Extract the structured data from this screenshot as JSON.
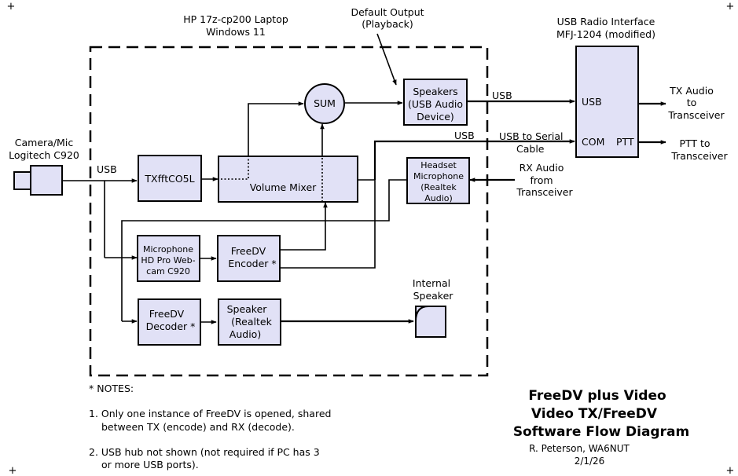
{
  "laptop": {
    "line1": "HP 17z-cp200 Laptop",
    "line2": "Windows 11"
  },
  "default_output": {
    "line1": "Default Output",
    "line2": "(Playback)"
  },
  "usb_interface": {
    "line1": "USB Radio Interface",
    "line2": "MFJ-1204 (modified)",
    "usb_port": "USB",
    "com_port": "COM",
    "ptt_port": "PTT"
  },
  "camera": {
    "line1": "Camera/Mic",
    "line2": "Logitech C920"
  },
  "blocks": {
    "txfft": "TXfftCO5L",
    "volume_mixer": "Volume Mixer",
    "sum": "SUM",
    "speakers": [
      "Speakers",
      "(USB Audio",
      "Device)"
    ],
    "headset_mic": [
      "Headset",
      "Microphone",
      "(Realtek",
      "Audio)"
    ],
    "microphone_c920": [
      "Microphone",
      "HD Pro Web-",
      "cam C920"
    ],
    "freedv_encoder": [
      "FreeDV",
      "Encoder *"
    ],
    "freedv_decoder": [
      "FreeDV",
      "Decoder *"
    ],
    "speaker_realtek": [
      "Speaker",
      "(Realtek",
      "Audio)"
    ]
  },
  "connections": {
    "usb_camera": "USB",
    "usb_speakers": "USB",
    "usb_serial": "USB",
    "usb_to_serial_cable": [
      "USB to Serial",
      "Cable"
    ]
  },
  "outputs": {
    "tx_audio": [
      "TX Audio",
      "to",
      "Transceiver"
    ],
    "ptt": [
      "PTT to",
      "Transceiver"
    ],
    "rx_audio": [
      "RX Audio",
      "from",
      "Transceiver"
    ],
    "internal_speaker": [
      "Internal",
      "Speaker"
    ]
  },
  "notes": {
    "header": "* NOTES:",
    "note1_line1": "1. Only one instance of FreeDV is opened, shared",
    "note1_line2": "between TX (encode) and RX (decode).",
    "note2_line1": "2. USB hub not shown (not required if PC has 3",
    "note2_line2": "or more USB ports)."
  },
  "title_block": {
    "line1": "FreeDV plus Video",
    "line2": "Video TX/FreeDV",
    "line3": "Software Flow Diagram",
    "author": "R. Peterson, WA6NUT",
    "date": "2/1/26"
  },
  "registration_mark": "+"
}
